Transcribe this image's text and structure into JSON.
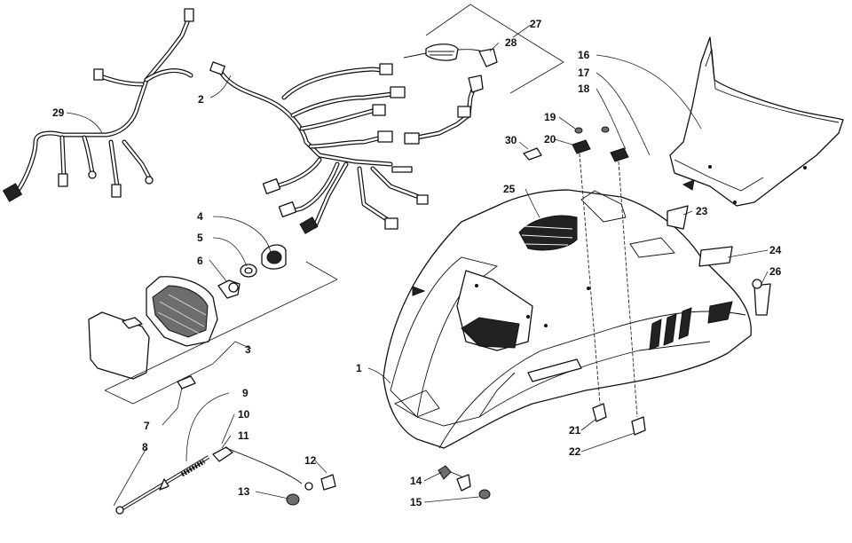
{
  "callouts": [
    {
      "id": "c1",
      "text": "1"
    },
    {
      "id": "c2",
      "text": "2"
    },
    {
      "id": "c3",
      "text": "3"
    },
    {
      "id": "c4",
      "text": "4"
    },
    {
      "id": "c5",
      "text": "5"
    },
    {
      "id": "c6",
      "text": "6"
    },
    {
      "id": "c7",
      "text": "7"
    },
    {
      "id": "c8",
      "text": "8"
    },
    {
      "id": "c9",
      "text": "9"
    },
    {
      "id": "c10",
      "text": "10"
    },
    {
      "id": "c11",
      "text": "11"
    },
    {
      "id": "c12",
      "text": "12"
    },
    {
      "id": "c13",
      "text": "13"
    },
    {
      "id": "c14",
      "text": "14"
    },
    {
      "id": "c15",
      "text": "15"
    },
    {
      "id": "c16",
      "text": "16"
    },
    {
      "id": "c17",
      "text": "17"
    },
    {
      "id": "c18",
      "text": "18"
    },
    {
      "id": "c19",
      "text": "19"
    },
    {
      "id": "c20",
      "text": "20"
    },
    {
      "id": "c21",
      "text": "21"
    },
    {
      "id": "c22",
      "text": "22"
    },
    {
      "id": "c23",
      "text": "23"
    },
    {
      "id": "c24",
      "text": "24"
    },
    {
      "id": "c25",
      "text": "25"
    },
    {
      "id": "c26",
      "text": "26"
    },
    {
      "id": "c27",
      "text": "27"
    },
    {
      "id": "c28",
      "text": "28"
    },
    {
      "id": "c29",
      "text": "29"
    },
    {
      "id": "c30",
      "text": "30"
    }
  ],
  "colors": {
    "ink": "#111111",
    "paper": "#ffffff",
    "shading": "#222222"
  }
}
